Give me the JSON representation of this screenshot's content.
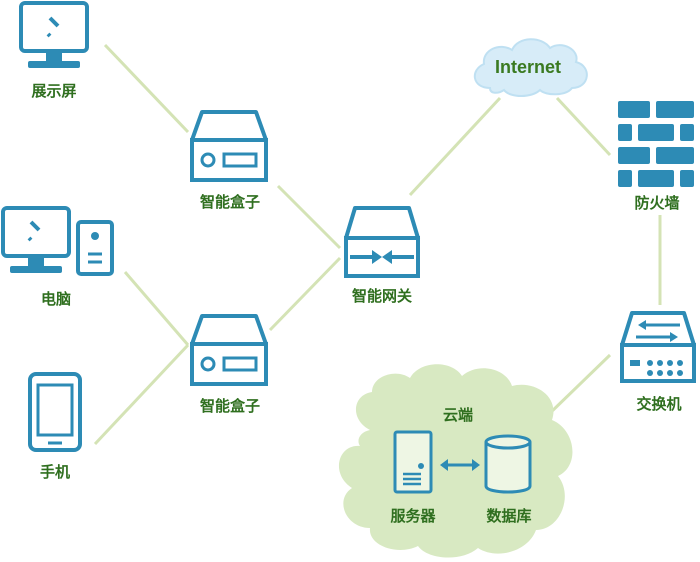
{
  "nodes": {
    "display": {
      "label": "展示屏"
    },
    "computer": {
      "label": "电脑"
    },
    "phone": {
      "label": "手机"
    },
    "box_top": {
      "label": "智能盒子"
    },
    "box_bottom": {
      "label": "智能盒子"
    },
    "gateway": {
      "label": "智能网关"
    },
    "internet": {
      "label": "Internet"
    },
    "firewall": {
      "label": "防火墙"
    },
    "switch": {
      "label": "交换机"
    },
    "cloud": {
      "label": "云端"
    },
    "server": {
      "label": "服务器"
    },
    "database": {
      "label": "数据库"
    }
  },
  "colors": {
    "device": "#2d8bb5",
    "edge": "#d4e3b5",
    "label": "#2f6f1f",
    "cloud_fill": "#d8e9c2",
    "internet_cloud": "#d7ecf8"
  }
}
